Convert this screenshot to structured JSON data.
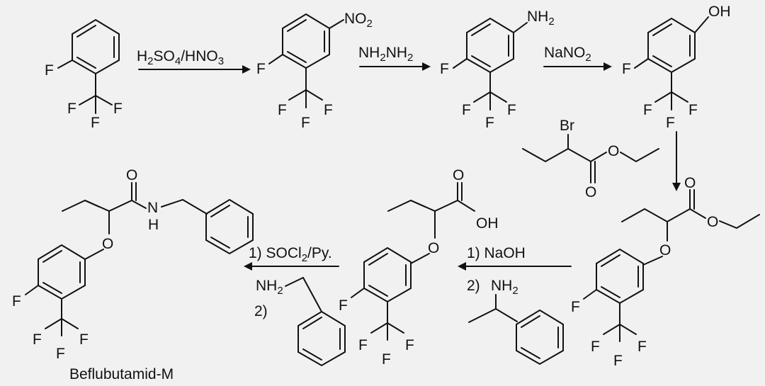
{
  "diagram": {
    "type": "reaction-scheme",
    "compound_name": "Beflubutamid-M",
    "atoms": {
      "F": "F",
      "O": "O",
      "H": "H",
      "N": "N",
      "Br": "Br"
    },
    "reagents": {
      "step1": {
        "base": "H",
        "s1": "2",
        "mid": "SO",
        "s2": "4",
        "end": "/HNO",
        "s3": "3"
      },
      "step2": {
        "a": "NH",
        "s1": "2",
        "b": "NH",
        "s2": "2"
      },
      "step3": {
        "a": "NaNO",
        "s1": "2"
      },
      "step5": {
        "a": "1) NaOH",
        "b": "2)"
      },
      "step6": {
        "a": "1) SOCl",
        "s1": "2",
        "b": "/Py.",
        "c": "2)"
      }
    },
    "groups": {
      "no2": {
        "a": "NO",
        "s": "2"
      },
      "nh2": {
        "a": "NH",
        "s": "2"
      },
      "oh": "OH",
      "o_ester": "O"
    }
  }
}
